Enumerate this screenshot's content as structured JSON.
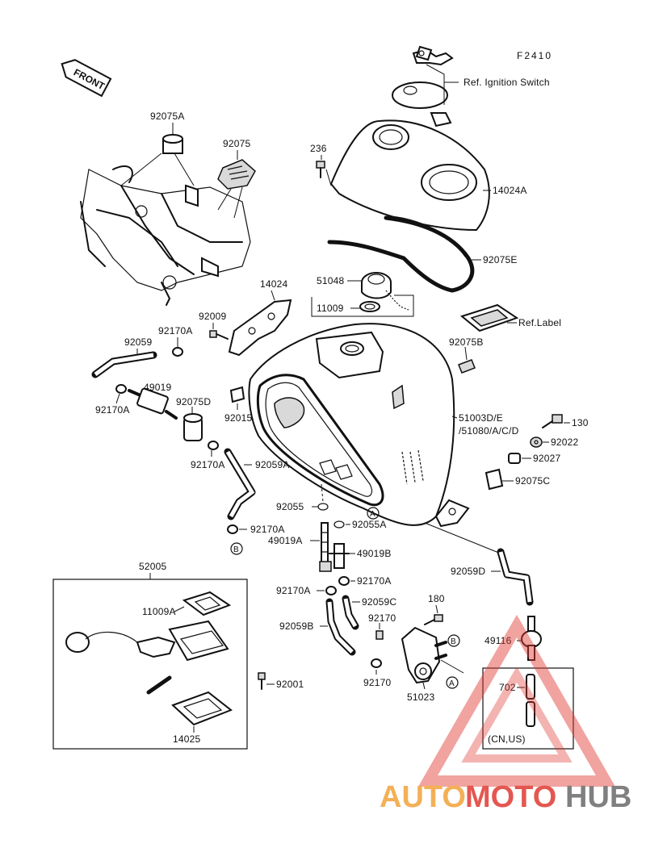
{
  "figure_code": "F2410",
  "front_arrow": "FRONT",
  "part_labels": {
    "ref_ignition": "Ref. Ignition Switch",
    "p236": "236",
    "p14024A": "14024A",
    "p92075A": "92075A",
    "p92075": "92075",
    "p92075E": "92075E",
    "p51048": "51048",
    "p11009": "11009",
    "ref_label": "Ref.Label",
    "p14024": "14024",
    "p92009": "92009",
    "p92170A_1": "92170A",
    "p92059": "92059",
    "p92075B": "92075B",
    "p49019": "49019",
    "p92170A_2": "92170A",
    "p92075D": "92075D",
    "p92015": "92015",
    "p51003": "51003D/E",
    "p51080": "/51080/A/C/D",
    "p130": "130",
    "p92022": "92022",
    "p92027": "92027",
    "p92170A_3": "92170A",
    "p92059A": "92059A",
    "p92075C": "92075C",
    "p92055": "92055",
    "p92055A": "92055A",
    "p92170A_4": "92170A",
    "p49019A": "49019A",
    "p49019B": "49019B",
    "p52005": "52005",
    "p92059D": "92059D",
    "p11009A": "11009A",
    "p92170A_5": "92170A",
    "p92170A_6": "92170A",
    "p180": "180",
    "p92059C": "92059C",
    "p92170_1": "92170",
    "p92059B": "92059B",
    "p49116": "49116",
    "p92001": "92001",
    "p92170_2": "92170",
    "p51023": "51023",
    "p702": "702",
    "p14025": "14025",
    "cn_us": "(CN,US)"
  },
  "callouts": {
    "a1": "A",
    "a2": "A",
    "b1": "B",
    "b2": "B"
  },
  "watermark": {
    "auto": "AUTO",
    "moto": "MOTO",
    "hub": "HUB",
    "orange": "#f2a33a",
    "red": "#e03a32",
    "gray": "#6b6b6b"
  }
}
